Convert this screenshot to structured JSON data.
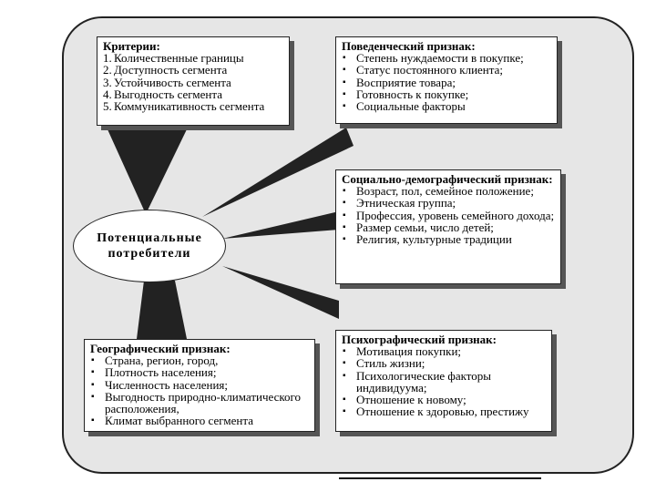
{
  "center": {
    "line1": "Потенциальные",
    "line2": "потребители"
  },
  "criteria": {
    "title": "Критерии:",
    "items": [
      {
        "num": "1.",
        "text": "Количественные границы"
      },
      {
        "num": "2.",
        "text": "Доступность сегмента"
      },
      {
        "num": "3.",
        "text": "Устойчивость сегмента"
      },
      {
        "num": "4.",
        "text": "Выгодность сегмента"
      },
      {
        "num": "5.",
        "text": "Коммуникативность сегмента"
      }
    ]
  },
  "behavioral": {
    "title": "Поведенческий признак:",
    "items": [
      "Степень нуждаемости в покупке;",
      "Статус постоянного клиента;",
      "Восприятие товара;",
      "Готовность к покупке;",
      "Социальные факторы"
    ]
  },
  "socio_demographic": {
    "title": "Социально-демографический признак:",
    "items": [
      "Возраст, пол, семейное положение;",
      "Этническая группа;",
      "Профессия, уровень семейного дохода;",
      "Размер семьи, число детей;",
      "Религия, культурные традиции"
    ]
  },
  "geographic": {
    "title": "Географический признак:",
    "items": [
      "Страна, регион, город,",
      "Плотность населения;",
      "Численность населения;",
      "Выгодность природно-климатического расположения,",
      "Климат выбранного сегмента"
    ]
  },
  "psychographic": {
    "title": "Психографический признак:",
    "items": [
      "Мотивация покупки;",
      "Стиль жизни;",
      "Психологические факторы индивидуума;",
      "Отношение к новому;",
      "Отношение к здоровью, престижу"
    ]
  }
}
